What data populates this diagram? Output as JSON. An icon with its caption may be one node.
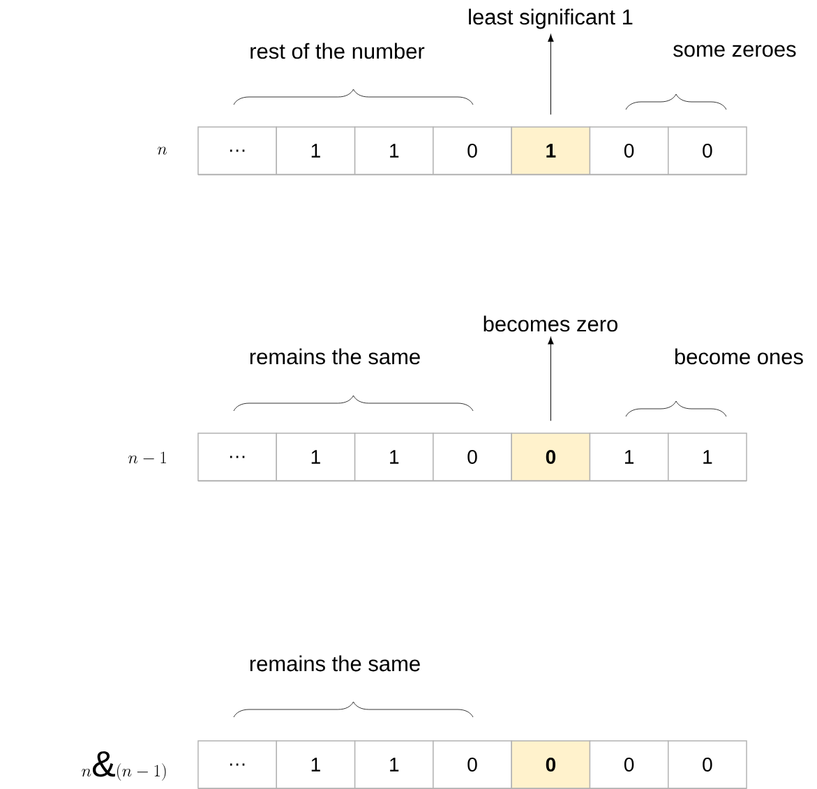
{
  "diagram": {
    "nodes": [
      {
        "text": [
          "least significant 1"
        ]
      },
      {
        "text": [
          "…"
        ]
      },
      {
        "text": [
          "1"
        ]
      },
      {
        "text": [
          "1"
        ]
      },
      {
        "text": [
          "0"
        ]
      },
      {
        "text": [
          "1"
        ]
      },
      {
        "text": [
          "0"
        ]
      },
      {
        "text": [
          "0"
        ]
      },
      {
        "text": [
          "becomes zero"
        ]
      },
      {
        "text": [
          "…"
        ]
      },
      {
        "text": [
          "1"
        ]
      },
      {
        "text": [
          "1"
        ]
      },
      {
        "text": [
          "0"
        ]
      },
      {
        "text": [
          "0"
        ]
      },
      {
        "text": [
          "1"
        ]
      },
      {
        "text": [
          "1"
        ]
      },
      {
        "text": [
          "…"
        ]
      },
      {
        "text": [
          "1"
        ]
      },
      {
        "text": [
          "1"
        ]
      },
      {
        "text": [
          "0"
        ]
      },
      {
        "text": [
          "0"
        ]
      },
      {
        "text": [
          "0"
        ]
      },
      {
        "text": [
          "0"
        ]
      }
    ],
    "edges": [
      {
        "from": 5,
        "to": 0,
        "arrow": "to"
      },
      {
        "from": 13,
        "to": 8,
        "arrow": "to"
      }
    ],
    "labels": [
      "rest of the number",
      "some zeroes",
      "n",
      "remains the same",
      "become ones",
      "n-1",
      "remains the same",
      "n\\&(n-1)"
    ]
  }
}
